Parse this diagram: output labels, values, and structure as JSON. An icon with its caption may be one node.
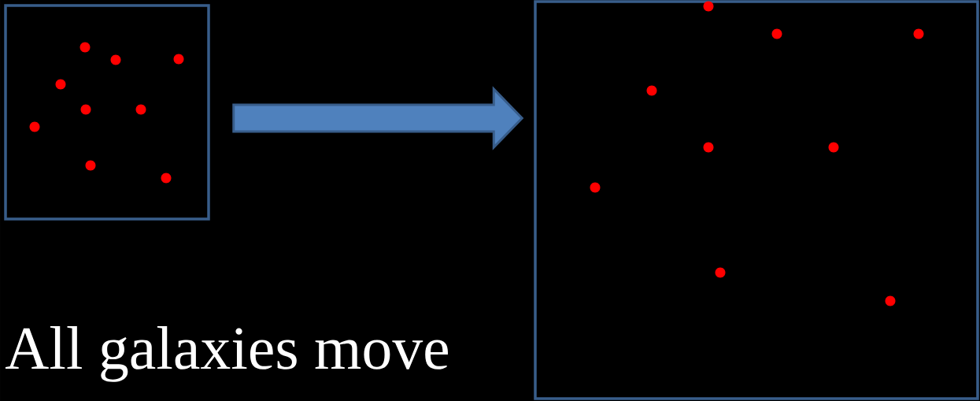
{
  "diagram": {
    "nodes": [
      {
        "text": [],
        "shape": "box"
      },
      {
        "text": [],
        "shape": "box"
      }
    ],
    "edges": [
      {
        "from": 0,
        "to": 1,
        "arrow": "to"
      }
    ],
    "labels": [
      "All galaxies move"
    ]
  }
}
